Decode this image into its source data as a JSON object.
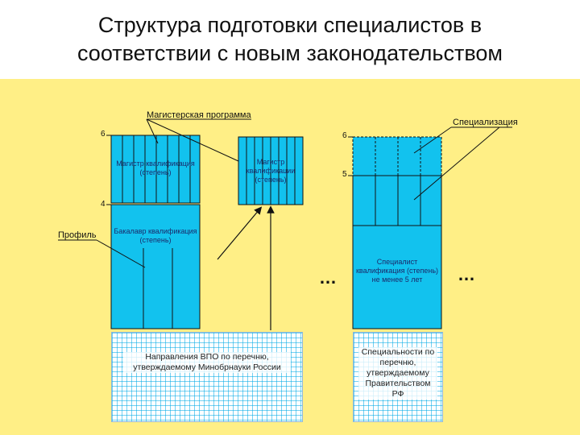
{
  "title": {
    "line1": "Структура подготовки специалистов в",
    "line2": "соответствии с новым законодательством"
  },
  "labels": {
    "master_program": "Магистерская программа",
    "specialization": "Специализация",
    "profile": "Профиль"
  },
  "boxes": {
    "master_inside": "Магистр квалификация (степень)",
    "master_standalone": "Магистр квалификации (степень)",
    "bachelor": "Бакалавр квалификация (степень)",
    "specialist": "Специалист квалификация (степень) не менее 5 лет"
  },
  "ticks": {
    "left_top": "6",
    "left_mid": "4",
    "right_top": "6",
    "right_mid": "5"
  },
  "ellipsis": {
    "middle": "…",
    "right": "…"
  },
  "bases": {
    "left": "Направления ВПО по перечню, утверждаемому Минобрнауки России",
    "right": "Специальности по перечню, утверждаемому Правительством РФ"
  },
  "colors": {
    "panel_background": "#ffef86",
    "box_fill": "#12c2ee",
    "box_text": "#1b2a6b"
  }
}
